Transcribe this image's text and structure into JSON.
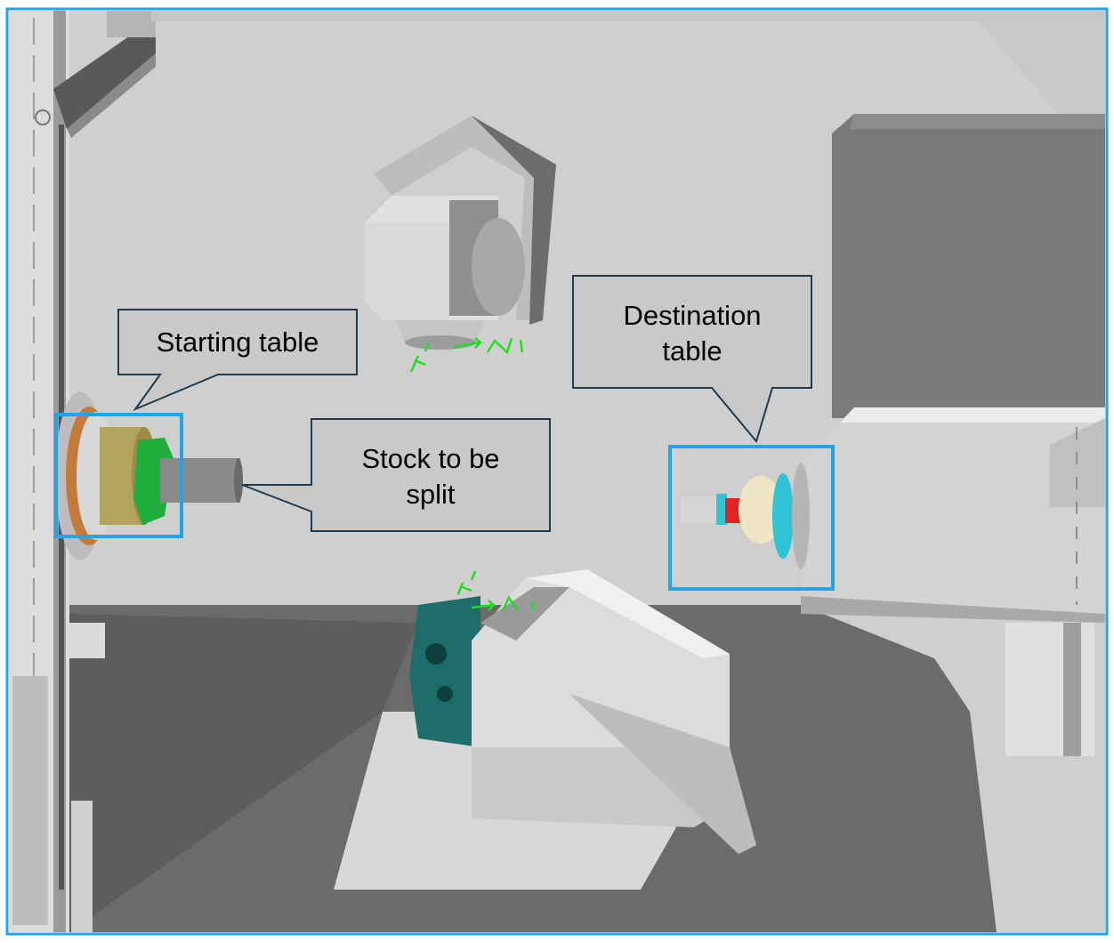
{
  "callouts": {
    "starting_table": {
      "lines": [
        "Starting table"
      ]
    },
    "stock": {
      "lines": [
        "Stock to be",
        "split"
      ]
    },
    "destination_table": {
      "lines": [
        "Destination",
        "table"
      ]
    }
  },
  "colors": {
    "frame_border": "#1fa6e8",
    "highlight_box": "#1fa6e8",
    "callout_stroke": "#1f3b4d",
    "callout_fill": "#c9c9c9",
    "background_wall": "#cfcfcf",
    "floor": "#6b6b6b",
    "machine_light": "#d4d4d4",
    "machine_dark": "#5f5f5f",
    "chuck_gold": "#b4a35e",
    "jaw_green": "#1fae3b",
    "turret_teal": "#1d6e6a",
    "coolant_red": "#e32222",
    "ring_cyan": "#2fc4d6",
    "axis_marker_green": "#22dd22"
  },
  "icons": {
    "coordinate_axis_markers": "axis-triad-icon"
  }
}
